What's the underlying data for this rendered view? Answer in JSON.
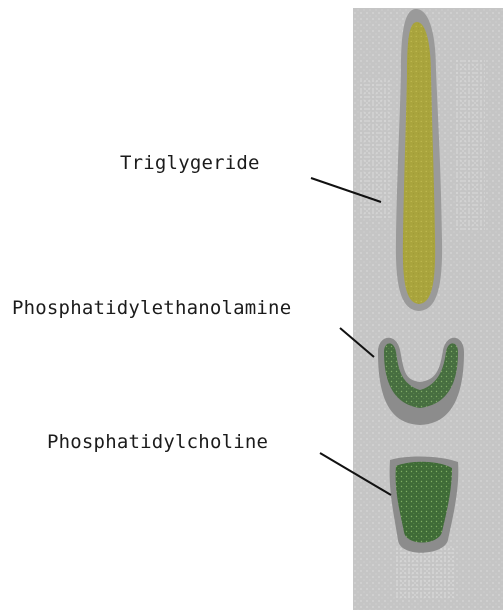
{
  "labels": {
    "triglyceride": "Triglygeride",
    "phosphatidylethanolamine": "Phosphatidylethanolamine",
    "phosphatidylcholine": "Phosphatidylcholine"
  },
  "colors": {
    "plate": "#c5c5c5",
    "plate_speckle": "#e6e6e6",
    "triglyceride_fill": "#a8a43c",
    "triglyceride_halo": "#9c9c9c",
    "pe_fill": "#5f8a4e",
    "pe_halo": "#8a8a8a",
    "pc_fill": "#3e6a36",
    "pc_halo": "#8a8a8a",
    "leader_line": "#111111"
  }
}
